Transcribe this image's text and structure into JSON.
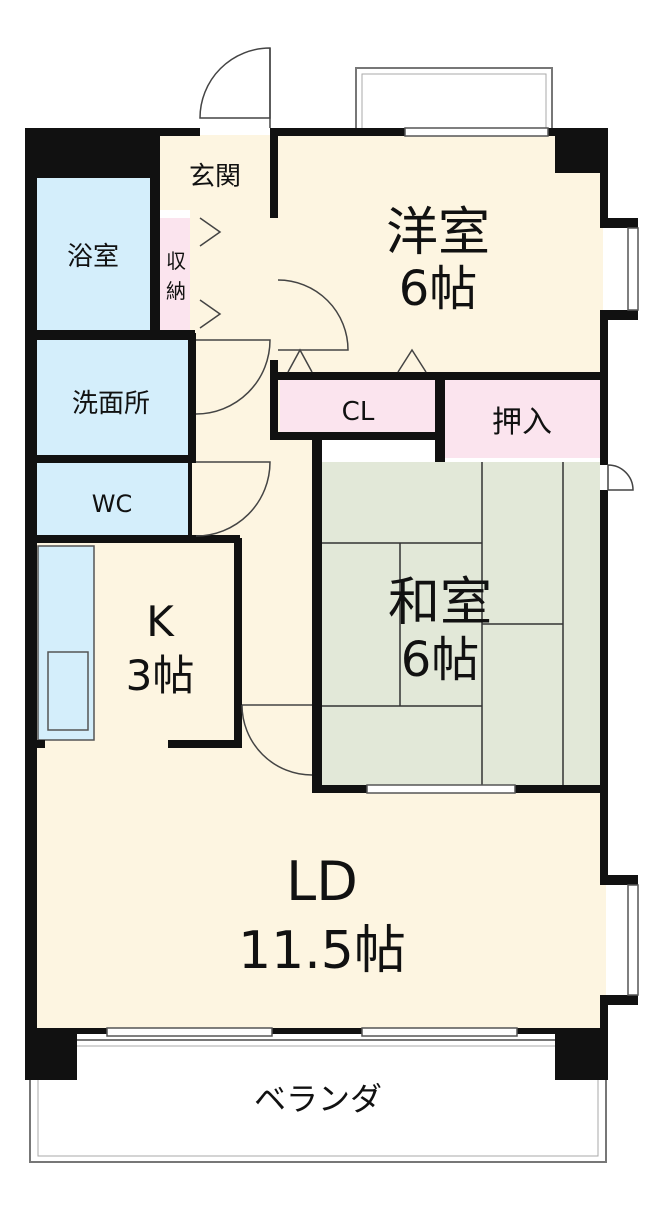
{
  "rooms": {
    "entrance": "玄関",
    "bath": "浴室",
    "storage_1": "収",
    "storage_2": "納",
    "washroom": "洗面所",
    "wc": "WC",
    "western_name": "洋室",
    "western_size": "6帖",
    "closet": "CL",
    "oshiire": "押入",
    "japanese_name": "和室",
    "japanese_size": "6帖",
    "kitchen_name": "K",
    "kitchen_size": "3帖",
    "living_name": "LD",
    "living_size": "11.5帖",
    "veranda": "ベランダ"
  },
  "colors": {
    "floor": "#fdf5e1",
    "bath": "#d4eefb",
    "storage": "#fbe4ee",
    "tatami": "#e2e8d8",
    "wall": "#111111"
  }
}
